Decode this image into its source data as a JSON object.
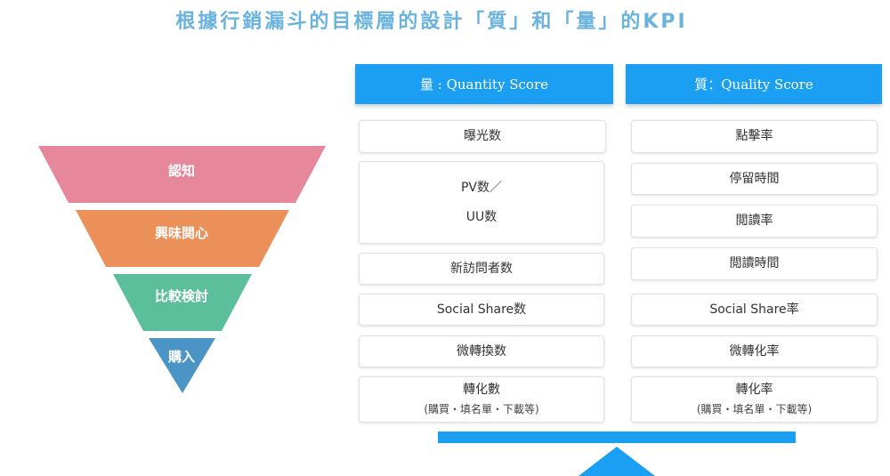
{
  "title": "根據行銷漏斗的目標層的設計「質」和「量」的KPI",
  "colors": {
    "title": "#6ab3de",
    "header": "#1a9ff2",
    "funnel": [
      "#e7879b",
      "#ec9059",
      "#5cbf9c",
      "#4a94c6"
    ]
  },
  "funnel": {
    "stages": [
      {
        "label": "認知"
      },
      {
        "label": "興味関心"
      },
      {
        "label": "比較検討"
      },
      {
        "label": "購入"
      }
    ]
  },
  "quantity": {
    "header": "量 : Quantity Score",
    "items": [
      {
        "label": "曝光数"
      },
      {
        "label": "PV数／",
        "label2": "UU数"
      },
      {
        "label": "新訪問者数"
      },
      {
        "label": "Social Share数"
      },
      {
        "label": "微轉換数"
      },
      {
        "label": "轉化數",
        "sub": "(購買・填名單・下載等)"
      }
    ]
  },
  "quality": {
    "header": "質：Quality Score",
    "items": [
      {
        "label": "點擊率"
      },
      {
        "label": "停留時間"
      },
      {
        "label": "閲讀率"
      },
      {
        "label": "閲讀時間"
      },
      {
        "label": "Social Share率"
      },
      {
        "label": "微轉化率"
      },
      {
        "label": "轉化率",
        "sub": "(購買・填名單・下載等)"
      }
    ]
  }
}
